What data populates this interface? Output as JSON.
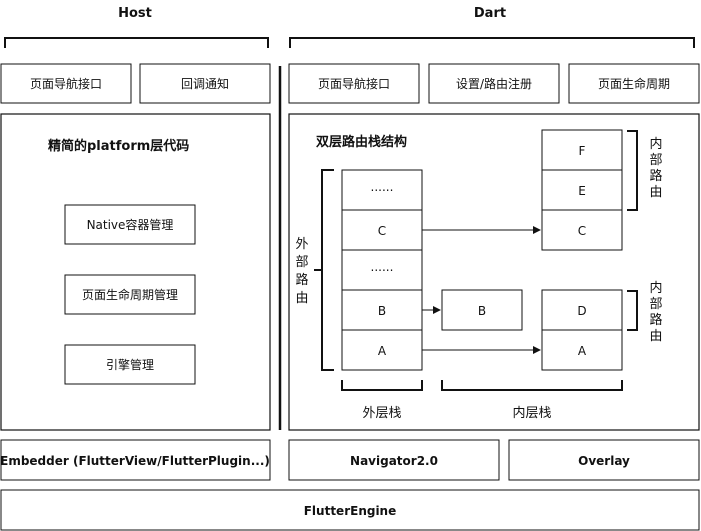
{
  "host": {
    "title": "Host",
    "interface_nav": "页面导航接口",
    "interface_callback": "回调通知",
    "panel_title": "精简的platform层代码",
    "items": [
      "Native容器管理",
      "页面生命周期管理",
      "引擎管理"
    ],
    "embedder": "Embedder (FlutterView/FlutterPlugin...)"
  },
  "dart": {
    "title": "Dart",
    "interface_nav": "页面导航接口",
    "interface_route": "设置/路由注册",
    "interface_lifecycle": "页面生命周期",
    "panel_title": "双层路由栈结构",
    "outer_stack": [
      "......",
      "C",
      "......",
      "B",
      "A"
    ],
    "inner_stack_top": [
      "F",
      "E",
      "C"
    ],
    "inner_mid": "B",
    "inner_stack_bottom": [
      "D",
      "A"
    ],
    "outer_route_label": [
      "外",
      "部",
      "路",
      "由"
    ],
    "inner_route_label_top": [
      "内",
      "部",
      "路",
      "由"
    ],
    "inner_route_label_bottom": [
      "内",
      "部",
      "路",
      "由"
    ],
    "outer_stack_label": "外层栈",
    "inner_stack_label": "内层栈",
    "navigator": "Navigator2.0",
    "overlay": "Overlay"
  },
  "engine": "FlutterEngine"
}
